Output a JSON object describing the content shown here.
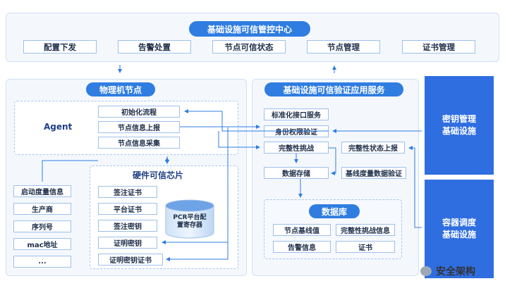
{
  "top": {
    "title": "基础设施可信管控中心",
    "items": [
      "配置下发",
      "告警处置",
      "节点可信状态",
      "节点管理",
      "证书管理"
    ]
  },
  "physical": {
    "title": "物理机节点",
    "agent_label": "Agent",
    "agent_items": [
      "初始化流程",
      "节点信息上报",
      "节点信息采集"
    ],
    "chip_title": "硬件可信芯片",
    "chip_items": [
      "签注证书",
      "平台证书",
      "签注密钥",
      "证明密钥",
      "证明密钥证书"
    ],
    "pcr_label": "PCR平台配置寄存器",
    "left_items": [
      "启动度量信息",
      "生产商",
      "序列号",
      "mac地址",
      "..."
    ]
  },
  "service": {
    "title": "基础设施可信验证应用服务",
    "items": [
      "标准化接口服务",
      "身份权限验证",
      "完整性挑战",
      "数据存储"
    ],
    "integrity_report": "完整性状态上报",
    "baseline_verify": "基线度量数据验证",
    "db_title": "数据库",
    "db_items": [
      "节点基线值",
      "完整性挑战信息",
      "告警信息",
      "证书"
    ]
  },
  "right": {
    "key_mgmt": "密钥管理 基础设施",
    "container": "容器调度 基础设施"
  },
  "watermark": "安全架构",
  "colors": {
    "accent": "#2f7de1",
    "navy": "#2f6ee0",
    "panel": "#f4f8fd",
    "border": "#9ec0ea"
  }
}
